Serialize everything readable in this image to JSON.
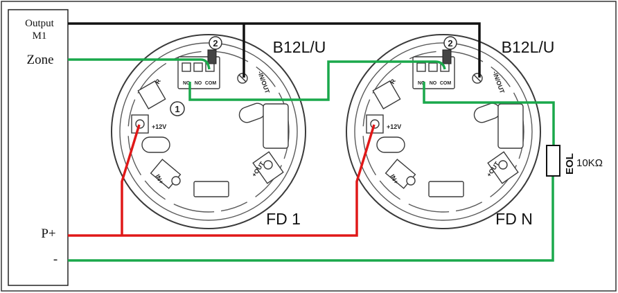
{
  "panel": {
    "output_label": "Output",
    "m1_label": "M1",
    "zone_label": "Zone",
    "pplus_label": "P+",
    "minus_label": "-"
  },
  "bases": [
    {
      "model": "B12L/U",
      "name": "FD 1",
      "callout_top": "2",
      "callout_side": "1",
      "relay_labels": [
        "NC",
        "NO",
        "COM"
      ],
      "terminal_labels": {
        "in_out": "-IN/OUT",
        "r": "R",
        "plus12": "+12V",
        "in_plus": "IN+",
        "out_plus": "+OUT"
      }
    },
    {
      "model": "B12L/U",
      "name": "FD N",
      "callout_top": "2",
      "relay_labels": [
        "NC",
        "NO",
        "COM"
      ],
      "terminal_labels": {
        "in_out": "-IN/OUT",
        "r": "R",
        "plus12": "+12V",
        "in_plus": "IN+",
        "out_plus": "+OUT"
      }
    }
  ],
  "eol": {
    "label": "EOL",
    "value": "10KΩ"
  },
  "wire_colors": {
    "output": "#111111",
    "zone": "#1aa84b",
    "power": "#e01818",
    "negative": "#1aa84b"
  }
}
